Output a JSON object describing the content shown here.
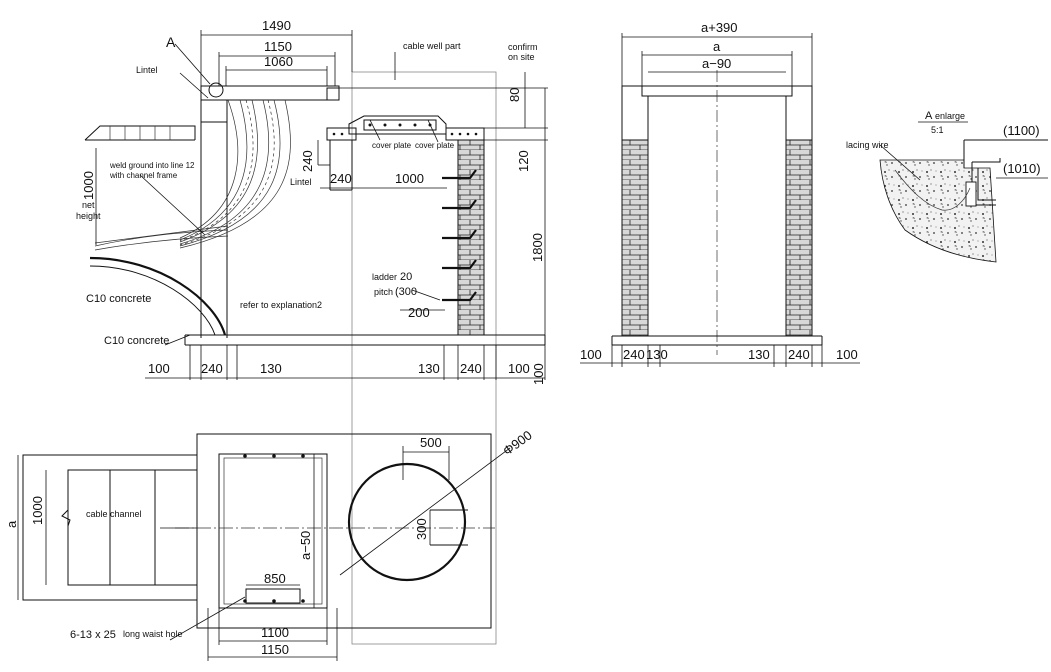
{
  "labels": {
    "mark_a": "A",
    "lintel_top": "Lintel",
    "lintel_mid": "Lintel",
    "weld_line1": "weld ground into line 12",
    "weld_line2": "with channel frame",
    "net_height_1": "net",
    "net_height_2": "height",
    "c10_upper": "C10 concrete",
    "c10_lower": "C10 concrete",
    "cable_well_part": "cable well part",
    "confirm_1": "confirm",
    "confirm_2": "on site",
    "cover_plate_1": "cover plate",
    "cover_plate_2": "cover plate",
    "ladder": "ladder",
    "pitch": "pitch",
    "refer": "refer to explanation2",
    "a_enlarge_a": "A",
    "a_enlarge_txt": "enlarge",
    "scale": "5:1",
    "lacing_wire": "lacing wire",
    "cable_channel": "cable channel",
    "long_waist_hole_num": "6-13 x 25",
    "long_waist_hole_txt": "long waist hole"
  },
  "dims": {
    "d1490": "1490",
    "d1150": "1150",
    "d1060": "1060",
    "d80": "80",
    "d240v": "240",
    "d1000net": "1000",
    "d240h": "240",
    "d1000h": "1000",
    "d120": "120",
    "d1800": "1800",
    "d20": "20",
    "d300": "(300",
    "d200": "200",
    "b100a": "100",
    "b240a": "240",
    "b130a": "130",
    "b130b": "130",
    "b240b": "240",
    "b100b": "100",
    "b100v": "100",
    "a390": "a+390",
    "a": "a",
    "a90": "a−90",
    "r100a": "100",
    "r240a": "240",
    "r130a": "130",
    "r130b": "130",
    "r240b": "240",
    "r100b": "100",
    "e1100": "(1100)",
    "e1010": "(1010)",
    "p_a": "a",
    "p1000": "1000",
    "p_a50": "a−50",
    "p850": "850",
    "p1100": "1100",
    "p1150": "1150",
    "p500": "500",
    "p300": "300",
    "phi900": "Φ900"
  }
}
